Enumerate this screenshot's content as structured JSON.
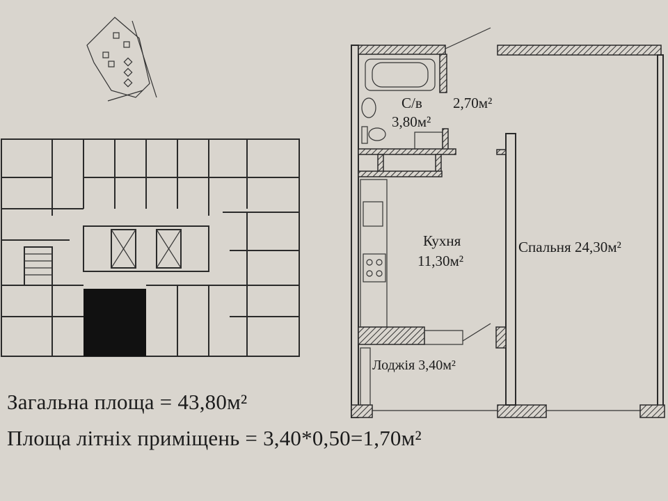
{
  "rooms": {
    "bathroom_label": "С/в",
    "bathroom_area": "3,80м²",
    "toilet_area": "2,70м²",
    "kitchen_label": "Кухня",
    "kitchen_area": "11,30м²",
    "bedroom": "Спальня 24,30м²",
    "loggia": "Лоджія 3,40м²"
  },
  "summary": {
    "total_area": "Загальна площа = 43,80м²",
    "summer_area": "Площа літніх приміщень = 3,40*0,50=1,70м²"
  }
}
